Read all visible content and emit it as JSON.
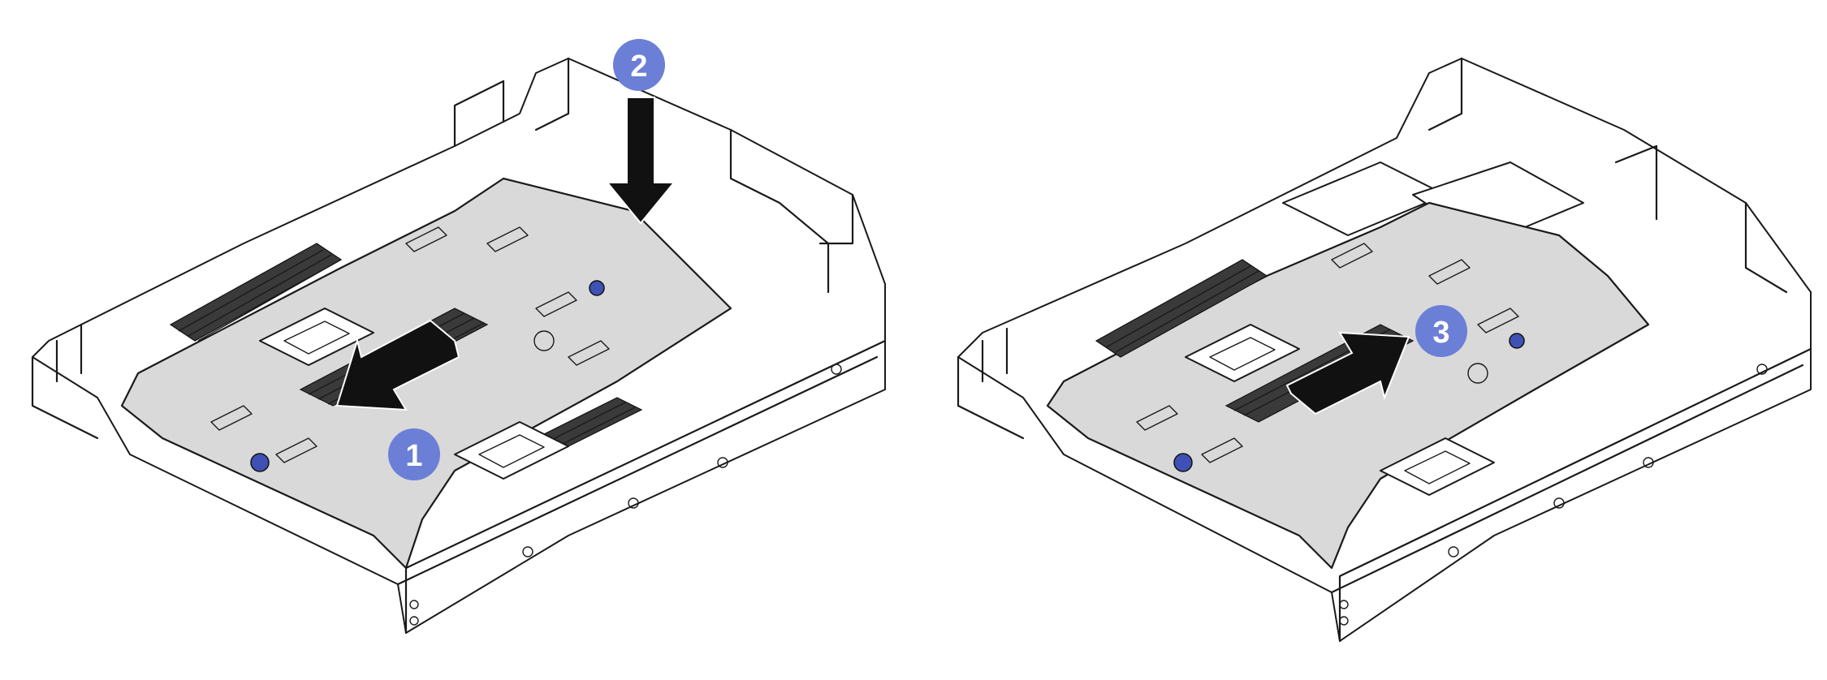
{
  "colors": {
    "callout": "#6b7fd7",
    "arrow": "#111111",
    "board": "#d9d9d9",
    "handle": "#3f51b5"
  },
  "callouts": [
    {
      "label": "1"
    },
    {
      "label": "2"
    },
    {
      "label": "3"
    }
  ]
}
